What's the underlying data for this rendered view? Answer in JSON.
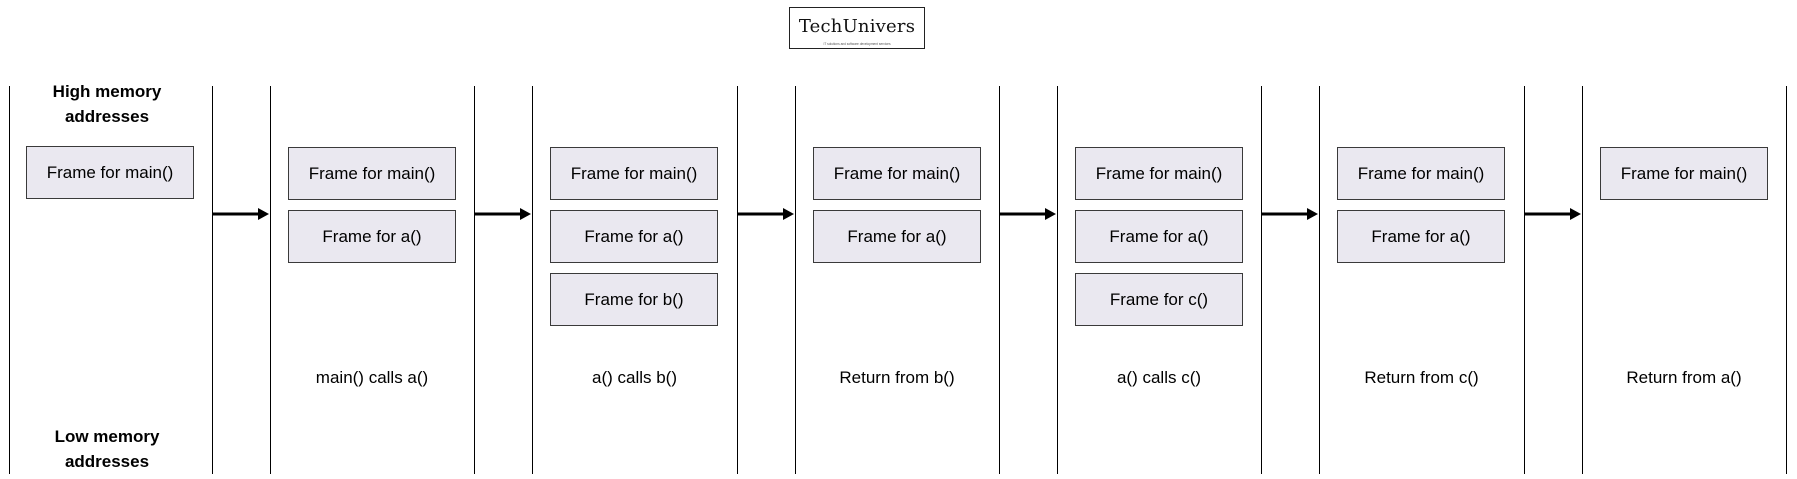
{
  "logo": {
    "name": "TechUnivers",
    "tagline": "IT solutions and software development services"
  },
  "axis": {
    "high_label_line1": "High memory",
    "high_label_line2": "addresses",
    "low_label_line1": "Low memory",
    "low_label_line2": "addresses"
  },
  "panels": [
    {
      "caption": "",
      "frames": [
        "Frame for main()"
      ]
    },
    {
      "caption": "main() calls a()",
      "frames": [
        "Frame for main()",
        "Frame for a()"
      ]
    },
    {
      "caption": "a() calls b()",
      "frames": [
        "Frame for main()",
        "Frame for a()",
        "Frame for b()"
      ]
    },
    {
      "caption": "Return from b()",
      "frames": [
        "Frame for main()",
        "Frame for a()"
      ]
    },
    {
      "caption": "a() calls c()",
      "frames": [
        "Frame for main()",
        "Frame for a()",
        "Frame for c()"
      ]
    },
    {
      "caption": "Return from c()",
      "frames": [
        "Frame for main()",
        "Frame for a()"
      ]
    },
    {
      "caption": "Return from a()",
      "frames": [
        "Frame for main()"
      ]
    }
  ],
  "colors": {
    "frame_fill": "#eae8f0",
    "frame_border": "#3a3a3a",
    "line": "#000000"
  }
}
